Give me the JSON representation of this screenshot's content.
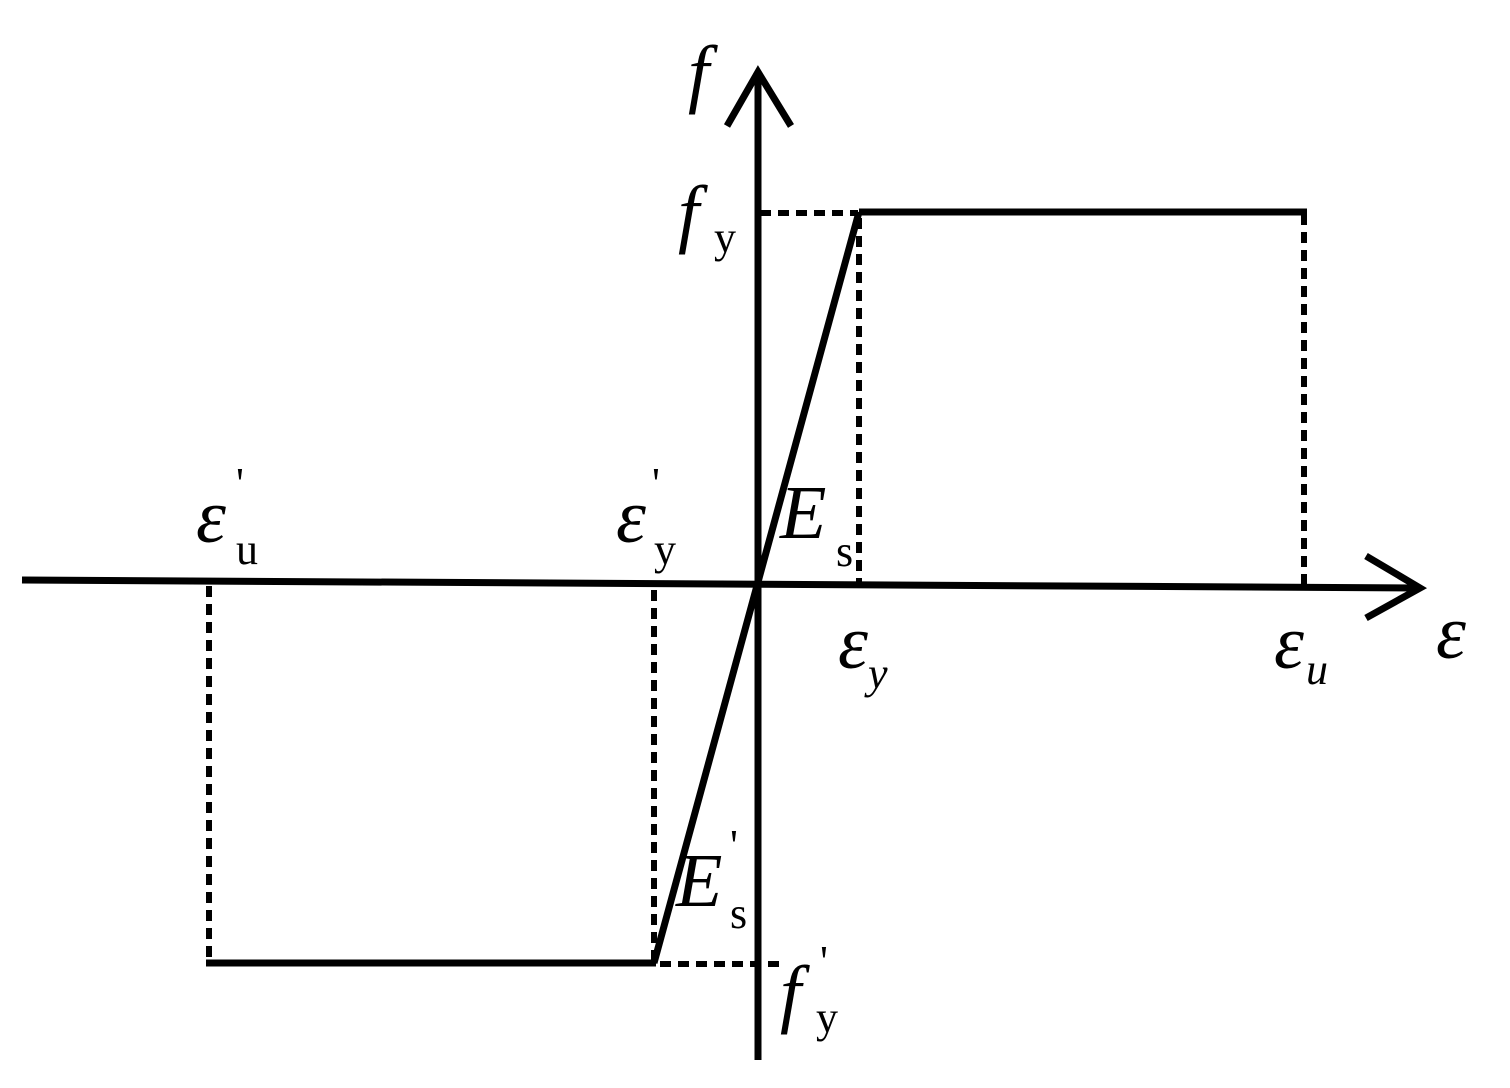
{
  "diagram": {
    "labels": {
      "axis_f": {
        "main": "f",
        "sub": "",
        "sup": ""
      },
      "axis_eps": {
        "main": "ε",
        "sub": "",
        "sup": ""
      },
      "fy": {
        "main": "f",
        "sub": "y",
        "sup": ""
      },
      "eps_y": {
        "main": "ε",
        "sub": "y",
        "sup": ""
      },
      "eps_u": {
        "main": "ε",
        "sub": "u",
        "sup": ""
      },
      "Es": {
        "main": "E",
        "sub": "s",
        "sup": ""
      },
      "eps_y_prime": {
        "main": "ε",
        "sub": "y",
        "sup": "'"
      },
      "eps_u_prime": {
        "main": "ε",
        "sub": "u",
        "sup": "'"
      },
      "Es_prime": {
        "main": "E",
        "sub": "s",
        "sup": "'"
      },
      "fy_prime": {
        "main": "f",
        "sub": "y",
        "sup": "'"
      }
    },
    "colors": {
      "stroke": "#000000",
      "background": "#ffffff"
    }
  }
}
